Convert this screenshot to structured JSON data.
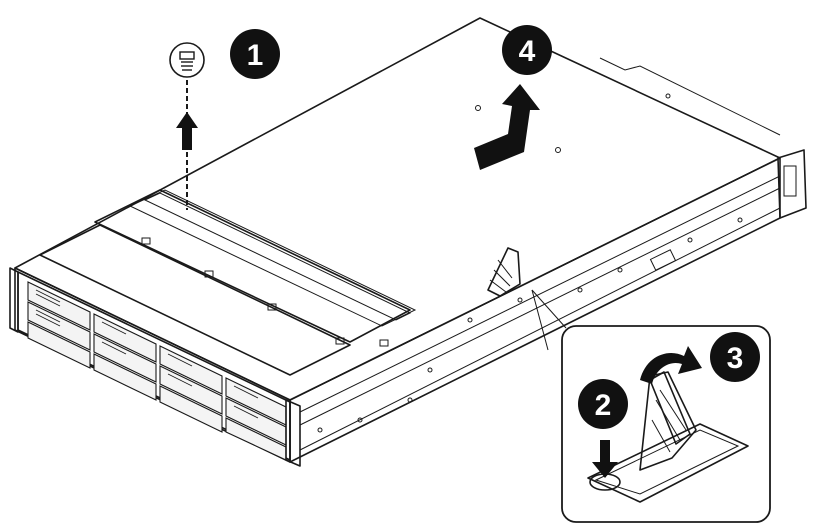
{
  "steps": [
    {
      "number": "1",
      "icon": "screw-icon"
    },
    {
      "number": "2",
      "icon": "press-down-arrow-icon"
    },
    {
      "number": "3",
      "icon": "rotate-arrow-icon"
    },
    {
      "number": "4",
      "icon": "slide-arrow-icon"
    }
  ],
  "colors": {
    "ink": "#111111",
    "badge_fill": "#111111",
    "paper": "#ffffff"
  }
}
